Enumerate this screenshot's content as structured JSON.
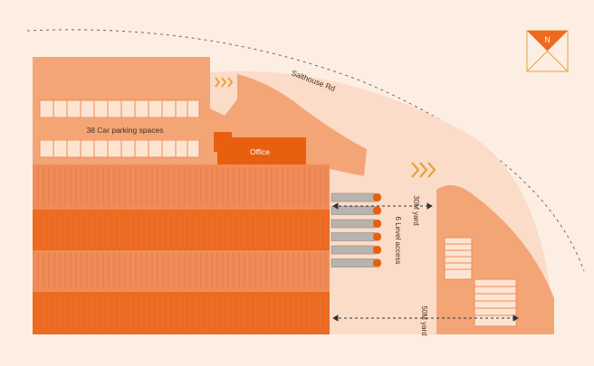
{
  "compass": {
    "label": "N",
    "icon": "north-arrow-icon"
  },
  "labels": {
    "road": "Salthouse Rd",
    "car_parking": "38 Car parking spaces",
    "office": "Office",
    "level_access": "6 Level access",
    "yard_30": "30M yard",
    "yard_50": "50M yard"
  },
  "colors": {
    "background": "#fdeee3",
    "site_light": "#f3a576",
    "site_mid": "#f08c57",
    "site_dark": "#ee6a1f",
    "office": "#e8600f",
    "loading_bay": "#b9b3ad",
    "dock_door": "#e8600f",
    "arrow": "#e6a23c"
  },
  "icons": [
    "north-arrow-icon",
    "entrance-chevron-icon"
  ]
}
